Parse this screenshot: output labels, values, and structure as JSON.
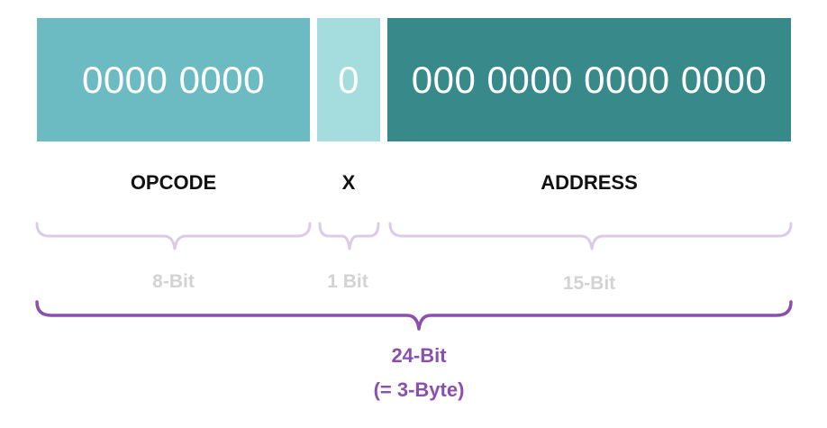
{
  "fields": [
    {
      "id": "opcode",
      "value": "0000 0000",
      "label": "OPCODE",
      "bits": "8-Bit"
    },
    {
      "id": "x",
      "value": "0",
      "label": "X",
      "bits": "1 Bit"
    },
    {
      "id": "address",
      "value": "000 0000 0000 0000",
      "label": "ADDRESS",
      "bits": "15-Bit"
    }
  ],
  "total": {
    "line1": "24-Bit",
    "line2": "(= 3-Byte)"
  },
  "colors": {
    "opcode": "#6cbbc2",
    "x": "#a5dcdd",
    "address": "#388a8a",
    "small_brace": "#dccbe8",
    "big_brace": "#8b4fae",
    "bits_text": "#d3d3d3"
  }
}
